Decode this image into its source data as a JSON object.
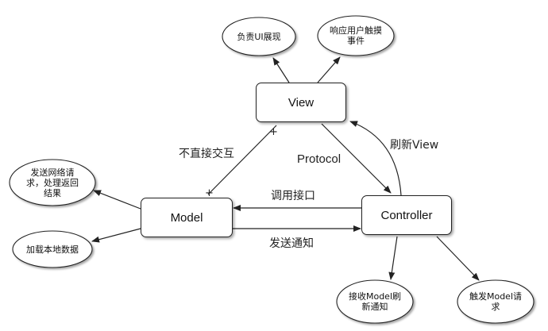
{
  "nodes": {
    "view": "View",
    "model": "Model",
    "controller": "Controller"
  },
  "clouds": {
    "view_ui": "负责UI展现",
    "view_touch": "响应用户触摸\n事件",
    "model_request": "发送网络请\n求，处理返回\n结果",
    "model_load": "加载本地数据",
    "controller_receive": "接收Model刷\n新通知",
    "controller_trigger": "触发Model请\n求"
  },
  "edge_labels": {
    "no_direct": "不直接交互",
    "protocol": "Protocol",
    "refresh_view": "刷新View",
    "call_api": "调用接口",
    "send_notify": "发送通知"
  }
}
